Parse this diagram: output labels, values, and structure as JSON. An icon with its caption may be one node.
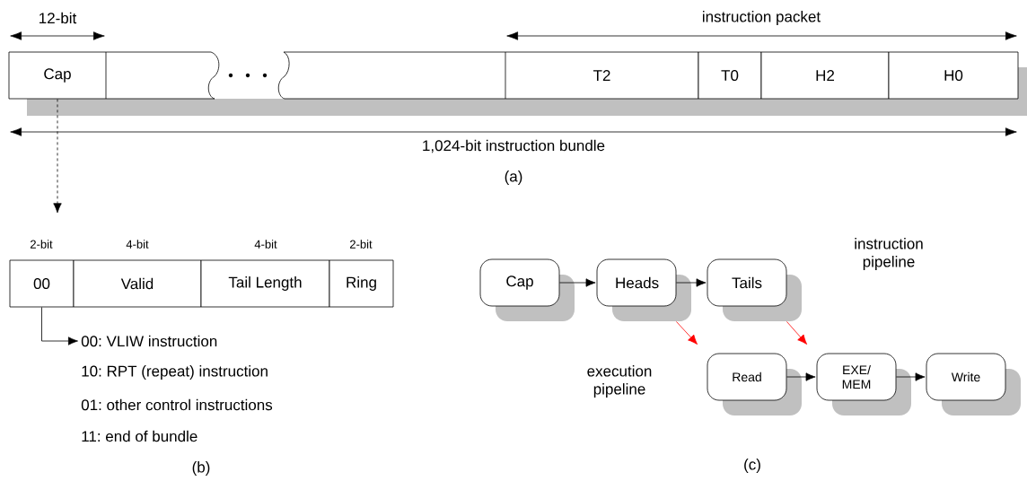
{
  "diagram": {
    "nodes": [
      {
        "text": [
          "Cap"
        ]
      },
      {
        "text": [],
        "shape": "box"
      },
      {
        "text": [],
        "shape": "box"
      },
      {
        "text": [
          "T2"
        ]
      },
      {
        "text": [
          "T0"
        ]
      },
      {
        "text": [
          "H2"
        ]
      },
      {
        "text": [
          "H0"
        ]
      },
      {
        "text": [
          "00"
        ]
      },
      {
        "text": [
          "Valid"
        ]
      },
      {
        "text": [
          "Tail Length"
        ]
      },
      {
        "text": [
          "Ring"
        ]
      },
      {
        "text": [
          "00: VLIW instruction"
        ]
      },
      {
        "text": [
          "Cap"
        ]
      },
      {
        "text": [
          "Heads"
        ]
      },
      {
        "text": [
          "Tails"
        ]
      },
      {
        "text": [
          "Read"
        ]
      },
      {
        "text": [
          "EXE/ MEM"
        ]
      },
      {
        "text": [
          "Write"
        ]
      }
    ],
    "edges": [
      {
        "from": 0,
        "to": null,
        "arrow": "to",
        "style": "dashed"
      },
      {
        "from": 7,
        "to": 11,
        "arrow": "to"
      },
      {
        "from": 12,
        "to": 13,
        "arrow": "to"
      },
      {
        "from": 13,
        "to": 14,
        "arrow": "to"
      },
      {
        "from": 15,
        "to": 16,
        "arrow": "to"
      },
      {
        "from": 16,
        "to": 17,
        "arrow": "to"
      },
      {
        "from": 13,
        "to": 15,
        "arrow": "to",
        "color": "#ff0000"
      },
      {
        "from": 14,
        "to": 16,
        "arrow": "to",
        "color": "#ff0000"
      }
    ],
    "labels": [
      "12-bit",
      "instruction packet",
      "1,024-bit instruction bundle",
      "(a)",
      "2-bit",
      "4-bit",
      "4-bit",
      "2-bit",
      "10: RPT (repeat) instruction",
      "01: other control instructions",
      "11: end of bundle",
      "(b)",
      "instruction pipeline",
      "execution pipeline",
      "(c)"
    ]
  }
}
